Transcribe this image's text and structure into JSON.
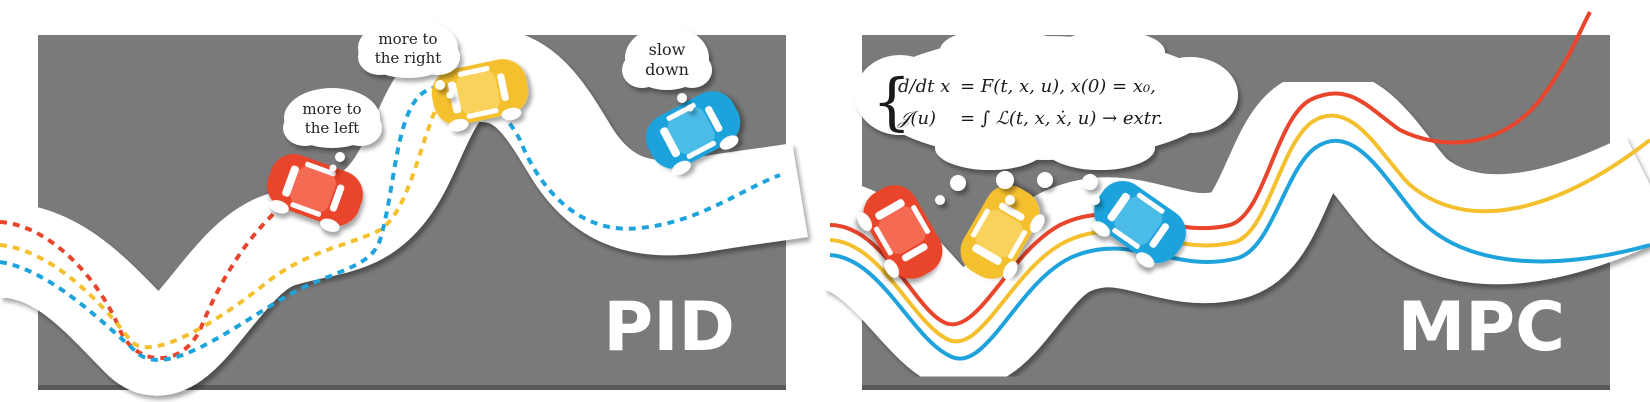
{
  "pid": {
    "label": "PID",
    "thoughts": {
      "left": [
        "more to",
        "the left"
      ],
      "right": [
        "more to",
        "the right"
      ],
      "slow": [
        "slow",
        "down"
      ]
    }
  },
  "mpc": {
    "label": "MPC",
    "equations": {
      "line1_lhs": "d/dt x",
      "line1_rhs": "= F(t, x, u),  x(0) = x₀,",
      "line2_lhs": "𝒥(u)",
      "line2_rhs": "= ∫ ℒ(t, x, ẋ, u) → extr."
    }
  },
  "colors": {
    "panel": "#7a7a7a",
    "road": "#ffffff",
    "red": "#e8452c",
    "yellow": "#f5c02e",
    "blue": "#1fa3dc"
  }
}
